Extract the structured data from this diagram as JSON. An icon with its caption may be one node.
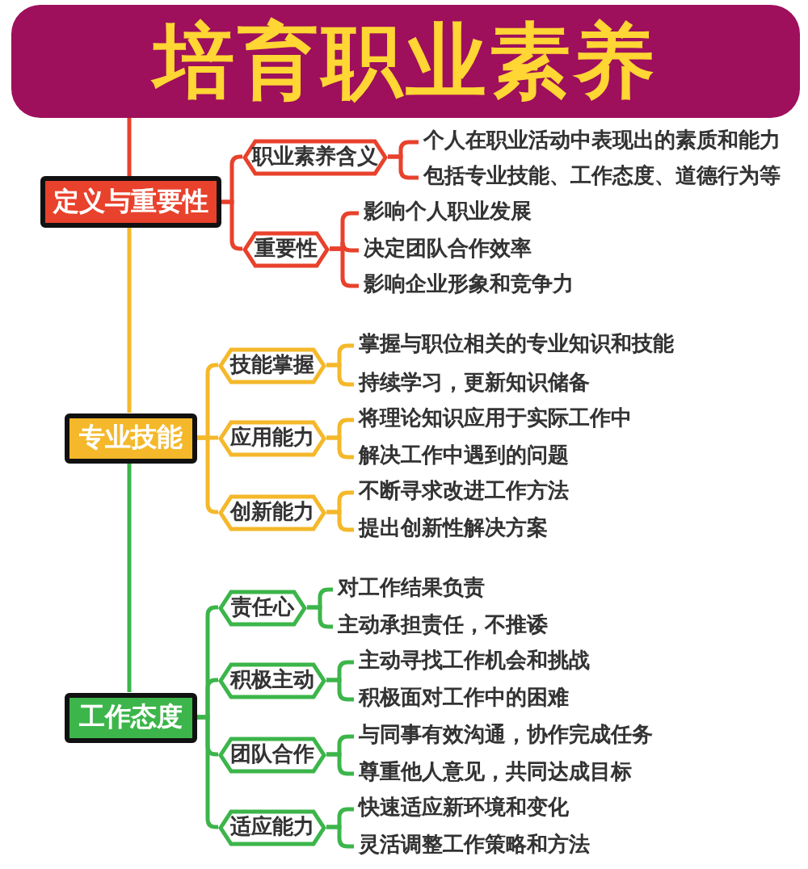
{
  "diagram": {
    "nodes": [
      {
        "text": [
          "培育职业素养"
        ]
      },
      {
        "text": [
          "定义与重要性"
        ]
      },
      {
        "text": [
          "职业素养含义"
        ]
      },
      {
        "text": [
          "个人在职业活动中表现出的素质和能力"
        ]
      },
      {
        "text": [
          "包括专业技能、工作态度、道德行为等"
        ]
      },
      {
        "text": [
          "重要性"
        ]
      },
      {
        "text": [
          "影响个人职业发展"
        ]
      },
      {
        "text": [
          "决定团队合作效率"
        ]
      },
      {
        "text": [
          "影响企业形象和竞争力"
        ]
      },
      {
        "text": [
          "专业技能"
        ]
      },
      {
        "text": [
          "技能掌握"
        ]
      },
      {
        "text": [
          "掌握与职位相关的专业知识和技能"
        ]
      },
      {
        "text": [
          "持续学习，更新知识储备"
        ]
      },
      {
        "text": [
          "应用能力"
        ]
      },
      {
        "text": [
          "将理论知识应用于实际工作中"
        ]
      },
      {
        "text": [
          "解决工作中遇到的问题"
        ]
      },
      {
        "text": [
          "创新能力"
        ]
      },
      {
        "text": [
          "不断寻求改进工作方法"
        ]
      },
      {
        "text": [
          "提出创新性解决方案"
        ]
      },
      {
        "text": [
          "工作态度"
        ]
      },
      {
        "text": [
          "责任心"
        ]
      },
      {
        "text": [
          "对工作结果负责"
        ]
      },
      {
        "text": [
          "主动承担责任，不推诿"
        ]
      },
      {
        "text": [
          "积极主动"
        ]
      },
      {
        "text": [
          "主动寻找工作机会和挑战"
        ]
      },
      {
        "text": [
          "积极面对工作中的困难"
        ]
      },
      {
        "text": [
          "团队合作"
        ]
      },
      {
        "text": [
          "与同事有效沟通，协作完成任务"
        ]
      },
      {
        "text": [
          "尊重他人意见，共同达成目标"
        ]
      },
      {
        "text": [
          "适应能力"
        ]
      },
      {
        "text": [
          "快速适应新环境和变化"
        ]
      },
      {
        "text": [
          "灵活调整工作策略和方法"
        ]
      }
    ],
    "edges": [
      {
        "from": 0,
        "to": 1,
        "arrow": "none",
        "color": "#e8412c"
      },
      {
        "from": 1,
        "to": 2,
        "arrow": "none",
        "color": "#e8412c"
      },
      {
        "from": 2,
        "to": 3,
        "arrow": "none",
        "color": "#e8412c"
      },
      {
        "from": 2,
        "to": 4,
        "arrow": "none",
        "color": "#e8412c"
      },
      {
        "from": 1,
        "to": 5,
        "arrow": "none",
        "color": "#e8412c"
      },
      {
        "from": 5,
        "to": 6,
        "arrow": "none",
        "color": "#e8412c"
      },
      {
        "from": 5,
        "to": 7,
        "arrow": "none",
        "color": "#e8412c"
      },
      {
        "from": 5,
        "to": 8,
        "arrow": "none",
        "color": "#e8412c"
      },
      {
        "from": 1,
        "to": 9,
        "arrow": "none",
        "color": "#f4b82a"
      },
      {
        "from": 9,
        "to": 10,
        "arrow": "none",
        "color": "#f4b82a"
      },
      {
        "from": 10,
        "to": 11,
        "arrow": "none",
        "color": "#f4b82a"
      },
      {
        "from": 10,
        "to": 12,
        "arrow": "none",
        "color": "#f4b82a"
      },
      {
        "from": 9,
        "to": 13,
        "arrow": "none",
        "color": "#f4b82a"
      },
      {
        "from": 13,
        "to": 14,
        "arrow": "none",
        "color": "#f4b82a"
      },
      {
        "from": 13,
        "to": 15,
        "arrow": "none",
        "color": "#f4b82a"
      },
      {
        "from": 9,
        "to": 16,
        "arrow": "none",
        "color": "#f4b82a"
      },
      {
        "from": 16,
        "to": 17,
        "arrow": "none",
        "color": "#f4b82a"
      },
      {
        "from": 16,
        "to": 18,
        "arrow": "none",
        "color": "#f4b82a"
      },
      {
        "from": 9,
        "to": 19,
        "arrow": "none"
      },
      {
        "from": 19,
        "to": 20,
        "arrow": "none"
      },
      {
        "from": 20,
        "to": 21,
        "arrow": "none"
      },
      {
        "from": 20,
        "to": 22,
        "arrow": "none"
      },
      {
        "from": 19,
        "to": 23,
        "arrow": "none"
      },
      {
        "from": 23,
        "to": 24,
        "arrow": "none"
      },
      {
        "from": 23,
        "to": 25,
        "arrow": "none"
      },
      {
        "from": 19,
        "to": 26,
        "arrow": "none"
      },
      {
        "from": 26,
        "to": 27,
        "arrow": "none"
      },
      {
        "from": 26,
        "to": 28,
        "arrow": "none"
      },
      {
        "from": 19,
        "to": 29,
        "arrow": "none"
      },
      {
        "from": 29,
        "to": 30,
        "arrow": "none"
      },
      {
        "from": 29,
        "to": 31,
        "arrow": "none"
      }
    ]
  }
}
